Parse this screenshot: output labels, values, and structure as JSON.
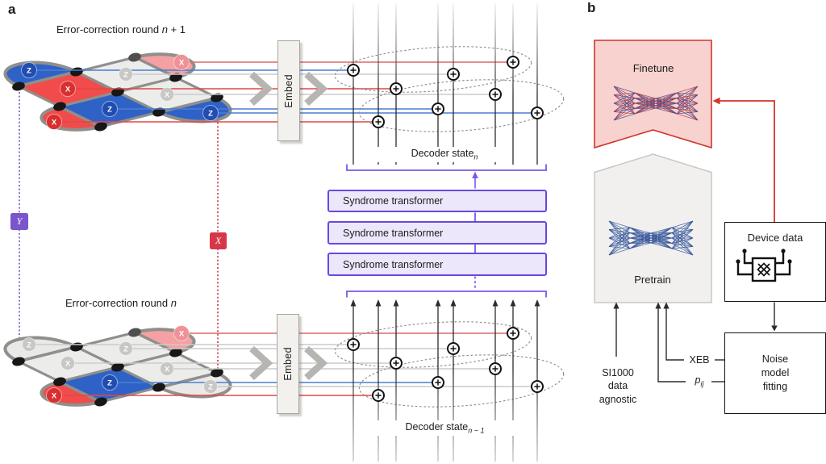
{
  "figure": {
    "panel_a": {
      "label": "a",
      "round_top": {
        "prefix": "Error-correction round",
        "var": "n",
        "suffix": "+ 1"
      },
      "round_bottom": {
        "prefix": "Error-correction round",
        "var": "n"
      },
      "embed_label": "Embed",
      "decoder_state_top": {
        "base": "Decoder state",
        "sub": "n"
      },
      "decoder_state_bottom": {
        "base": "Decoder state",
        "sub": "n − 1"
      },
      "transformers": [
        "Syndrome transformer",
        "Syndrome transformer",
        "Syndrome transformer"
      ],
      "pauli_y": "Y",
      "pauli_x": "X",
      "stabilizer_letters": {
        "z": "Z",
        "x": "X"
      }
    },
    "panel_b": {
      "label": "b",
      "finetune": "Finetune",
      "pretrain": "Pretrain",
      "device_data": "Device data",
      "noise_model": [
        "Noise",
        "model",
        "fitting"
      ],
      "xeb": "XEB",
      "pij": {
        "base": "p",
        "sub": "ij"
      },
      "si1000": [
        "SI1000",
        "data",
        "agnostic"
      ]
    },
    "colors": {
      "transformer_border": "#6a48dd",
      "transformer_fill": "#ece7fa",
      "bracket_purple": "#7b57e8",
      "accent_red": "#d2342c",
      "finetune_fill": "#f7d2cf",
      "pretrain_fill": "#f1f0ee",
      "stabilizer_blue": "#2f62c6",
      "stabilizer_red": "#f14b4b",
      "stabilizer_pink": "#f5a0a3",
      "stabilizer_gray": "#ececeb",
      "line_blue": "#4a7fd0",
      "line_red": "#e04848",
      "line_gray": "#cbcbcb",
      "pauli_y_fill": "#7a55cc",
      "pauli_x_fill": "#d63848"
    }
  }
}
